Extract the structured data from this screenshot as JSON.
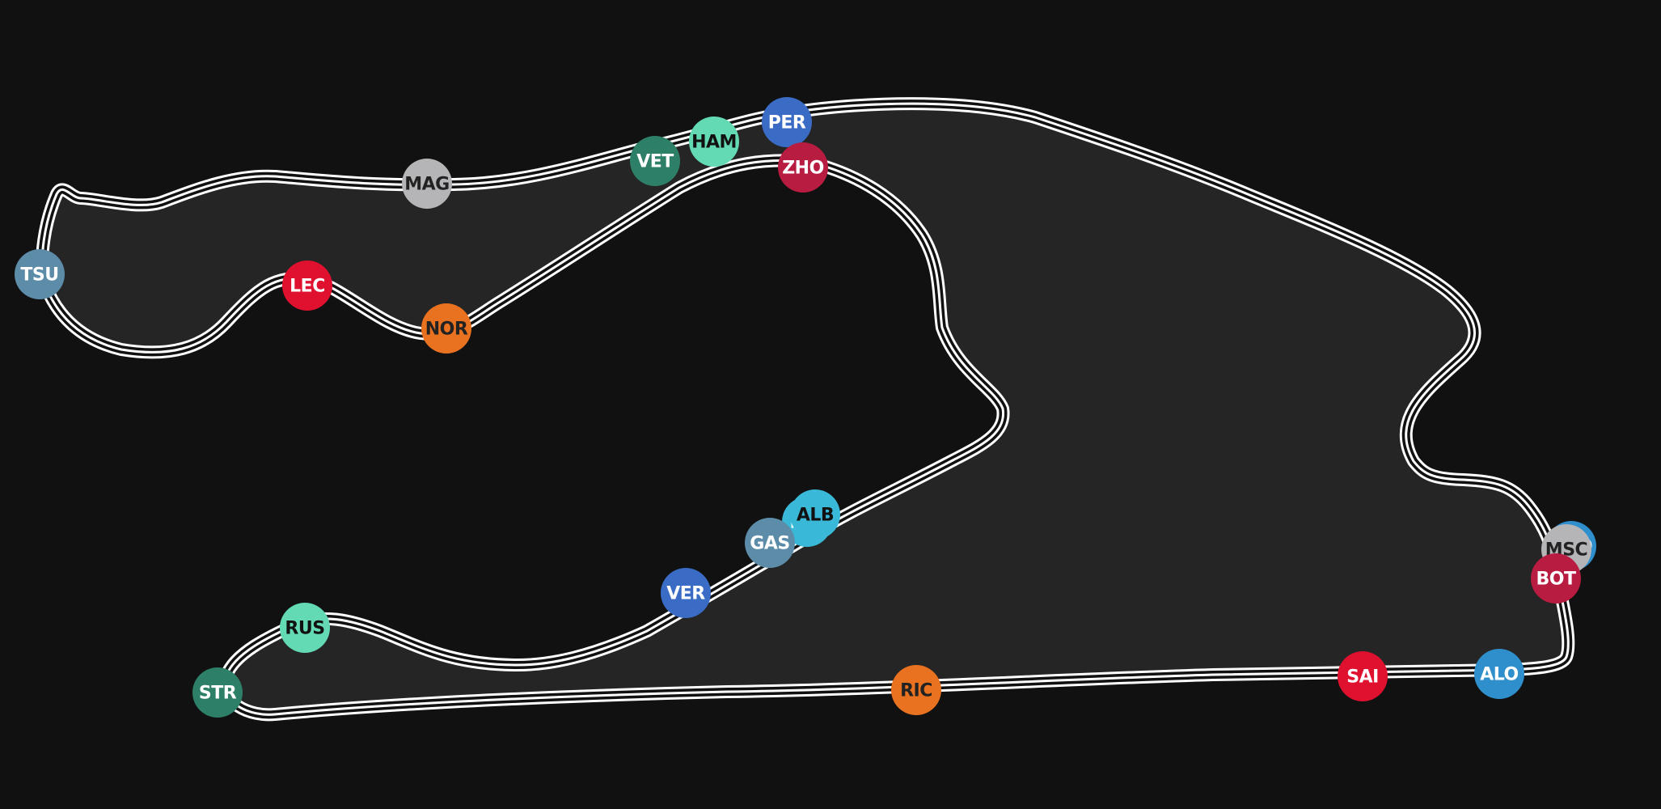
{
  "colors": {
    "background": "#111111",
    "track_fill": "#252525",
    "track_edge": "#ffffff",
    "track_core": "#111111"
  },
  "drivers": [
    {
      "code": "PER",
      "color": "#3a6cc6",
      "text_color": "#ffffff"
    },
    {
      "code": "HAM",
      "color": "#63d9b4",
      "text_color": "#111111"
    },
    {
      "code": "VET",
      "color": "#2e7f67",
      "text_color": "#ffffff"
    },
    {
      "code": "MAG",
      "color": "#b5b5b8",
      "text_color": "#222222"
    },
    {
      "code": "ZHO",
      "color": "#b81c41",
      "text_color": "#ffffff"
    },
    {
      "code": "TSU",
      "color": "#5c8ca8",
      "text_color": "#ffffff"
    },
    {
      "code": "LEC",
      "color": "#e0102f",
      "text_color": "#ffffff"
    },
    {
      "code": "NOR",
      "color": "#e8721f",
      "text_color": "#222222"
    },
    {
      "code": "LAT",
      "color": "#3ab8d8",
      "text_color": "#ffffff"
    },
    {
      "code": "ALB",
      "color": "#3ab8d8",
      "text_color": "#111111"
    },
    {
      "code": "GAS",
      "color": "#5c8ca8",
      "text_color": "#ffffff"
    },
    {
      "code": "VER",
      "color": "#3a6cc6",
      "text_color": "#ffffff"
    },
    {
      "code": "RUS",
      "color": "#63d9b4",
      "text_color": "#111111"
    },
    {
      "code": "STR",
      "color": "#2e7f67",
      "text_color": "#ffffff"
    },
    {
      "code": "RIC",
      "color": "#e8721f",
      "text_color": "#222222"
    },
    {
      "code": "SAI",
      "color": "#e0102f",
      "text_color": "#ffffff"
    },
    {
      "code": "ALO",
      "color": "#2f8fcc",
      "text_color": "#ffffff"
    },
    {
      "code": "OCO",
      "color": "#2f8fcc",
      "text_color": "#ffffff"
    },
    {
      "code": "MSC",
      "color": "#b5b5b8",
      "text_color": "#222222"
    },
    {
      "code": "BOT",
      "color": "#b81c41",
      "text_color": "#ffffff"
    }
  ]
}
